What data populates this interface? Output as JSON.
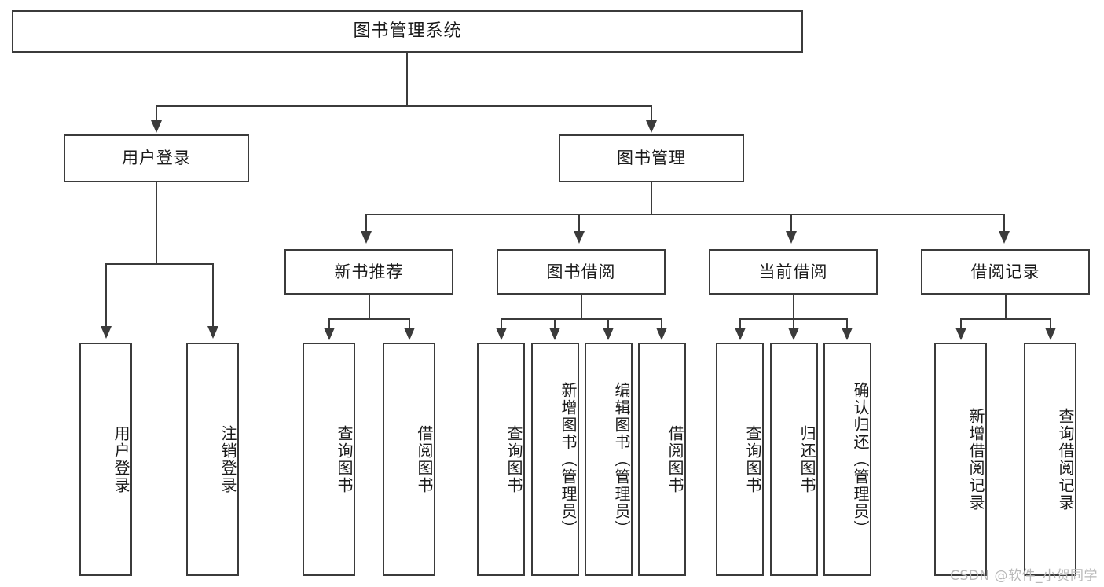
{
  "diagram": {
    "title": "图书管理系统",
    "type": "hierarchy-tree",
    "root": {
      "label": "图书管理系统"
    },
    "level2": [
      {
        "label": "用户登录"
      },
      {
        "label": "图书管理"
      }
    ],
    "level3": [
      {
        "label": "新书推荐"
      },
      {
        "label": "图书借阅"
      },
      {
        "label": "当前借阅"
      },
      {
        "label": "借阅记录"
      }
    ],
    "leaves": {
      "user_login": [
        {
          "label": "用户登录"
        },
        {
          "label": "注销登录"
        }
      ],
      "new_book_recommend": [
        {
          "label": "查询图书"
        },
        {
          "label": "借阅图书"
        }
      ],
      "book_borrow": [
        {
          "label": "查询图书"
        },
        {
          "label": "新增图书（管理员）"
        },
        {
          "label": "编辑图书（管理员）"
        },
        {
          "label": "借阅图书"
        }
      ],
      "current_borrow": [
        {
          "label": "查询图书"
        },
        {
          "label": "归还图书"
        },
        {
          "label": "确认归还（管理员）"
        }
      ],
      "borrow_record": [
        {
          "label": "新增借阅记录"
        },
        {
          "label": "查询借阅记录"
        }
      ]
    }
  },
  "watermark": {
    "text": "CSDN @软件_小贺同学"
  },
  "colors": {
    "stroke": "#3b3b3b",
    "fill": "#ffffff",
    "text": "#1a1a1a",
    "watermark": "#b8b8b8"
  }
}
